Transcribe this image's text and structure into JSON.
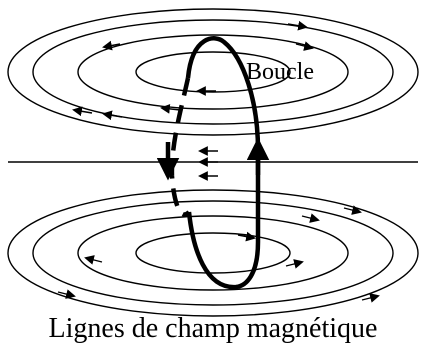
{
  "figure": {
    "loop_label": "Boucle",
    "caption": "Lignes de champ magnétique"
  },
  "colors": {
    "ink": "#000000",
    "background": "#ffffff"
  },
  "icons": {
    "field_arrow": "arrowhead",
    "current_arrow": "thick-arrowhead"
  }
}
